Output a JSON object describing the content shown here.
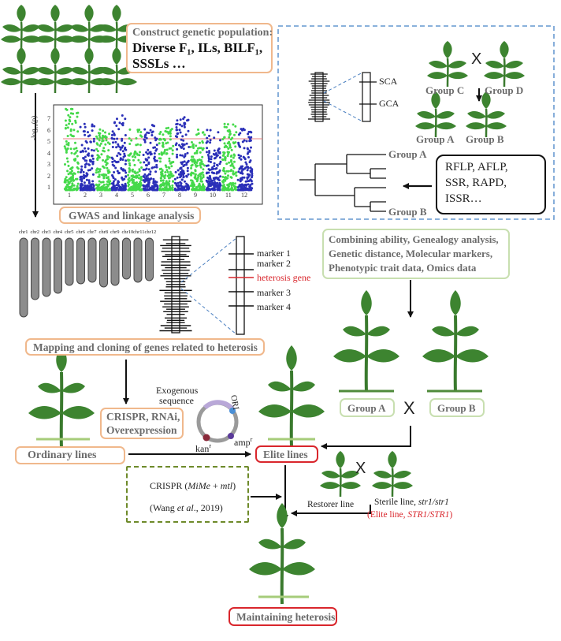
{
  "population": {
    "title": "Construct genetic population:",
    "line2": "Diverse F₁, ILs, BILF₁,",
    "line3": "SSSLs …"
  },
  "manhattan": {
    "ylabel": "-log₁₀(p)",
    "yticks": [
      "1",
      "2",
      "3",
      "4",
      "5",
      "6",
      "7"
    ],
    "xticks": [
      "1",
      "2",
      "3",
      "4",
      "5",
      "6",
      "7",
      "8",
      "9",
      "10",
      "11",
      "12"
    ],
    "colors": {
      "light": "#44d94a",
      "dark": "#2a2fb8",
      "threshold": "#e88080"
    }
  },
  "gwas_label": "GWAS and linkage analysis",
  "chromosomes": [
    "chr1",
    "chr2",
    "chr3",
    "chr4",
    "chr5",
    "chr6",
    "chr7",
    "chr8",
    "chr9",
    "chr10",
    "chr11",
    "chr12"
  ],
  "markers": {
    "m1": "marker 1",
    "m2": "marker 2",
    "gene": "heterosis gene",
    "m3": "marker 3",
    "m4": "marker 4"
  },
  "mapping_label": "Mapping and cloning of genes related to heterosis",
  "dashed_panel": {
    "sca": "SCA",
    "gca": "GCA",
    "groupC": "Group C",
    "groupD": "Group D",
    "groupA": "Group A",
    "groupB": "Group B",
    "cross": "X",
    "treeA": "Group A",
    "treeB": "Group B",
    "markers_line1": "RFLP, AFLP,",
    "markers_line2": "SSR, RAPD,",
    "markers_line3": "ISSR…"
  },
  "methods": {
    "line1": "Combining ability, Genealogy analysis,",
    "line2": "Genetic distance, Molecular markers,",
    "line3": "Phenotypic trait data, Omics data"
  },
  "big_cross": {
    "groupA": "Group A",
    "groupB": "Group B",
    "cross": "X"
  },
  "plasmid": {
    "exo1": "Exogenous",
    "exo2": "sequence",
    "ori": "ORI",
    "kan": "kan",
    "amp": "amp",
    "sup": "r"
  },
  "crispr_box": {
    "line1": "CRISPR, RNAi,",
    "line2": "Overexpression"
  },
  "ordinary_lines": "Ordinary lines",
  "elite_lines": "Elite lines",
  "mime_box": {
    "prefix": "CRISPR (",
    "mime": "MiMe",
    "plus": " + ",
    "mtl": "mtl",
    "suffix": ")",
    "cite_pre": "(Wang ",
    "etal": "et al",
    "cite_post": "., 2019)"
  },
  "restorer": "Restorer line",
  "sterile_pre": "Sterile line, ",
  "sterile_gene": "str1/str1",
  "elite_pre": "(Elite line, ",
  "elite_gene": "STR1/STR1",
  "elite_post": ")",
  "small_cross": "X",
  "maintaining": "Maintaining heterosis"
}
